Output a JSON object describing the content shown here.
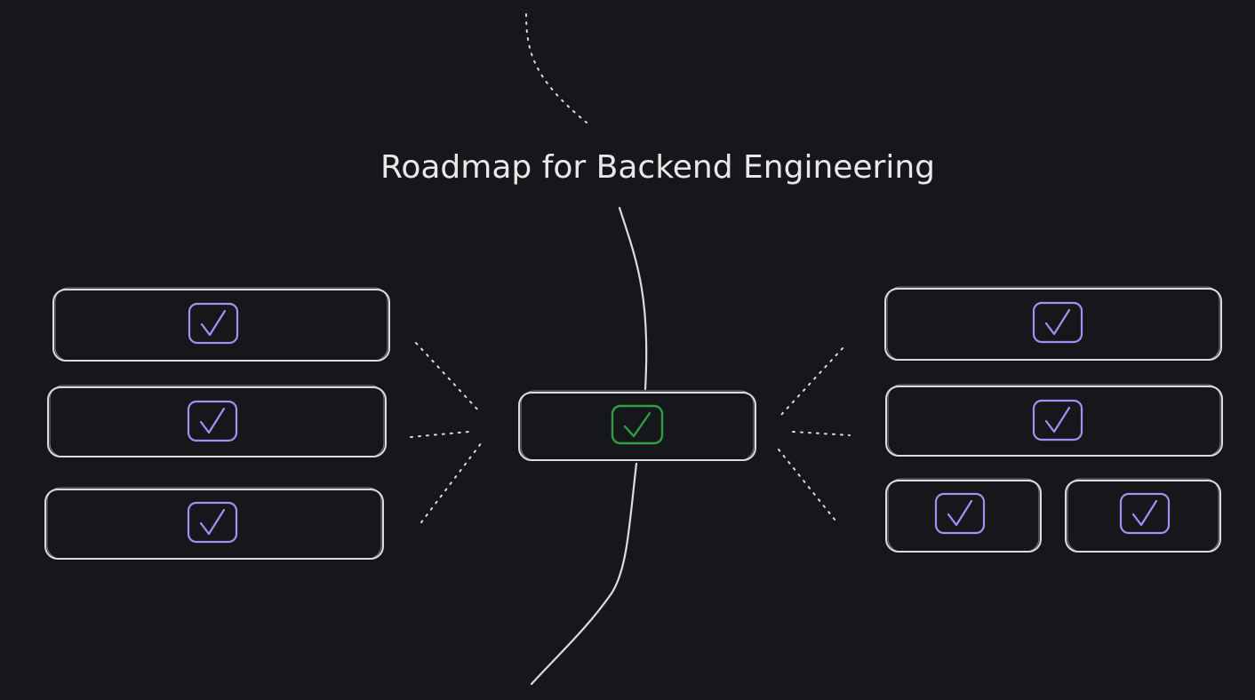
{
  "title": "Roadmap for Backend Engineering",
  "colors": {
    "background": "#16171b",
    "stroke": "#dcdcdc",
    "checkbox_default": "#a98ef5",
    "checkbox_done": "#2f9e44"
  },
  "center_node": {
    "status": "done",
    "icon": "check-icon"
  },
  "left_nodes": [
    {
      "status": "todo",
      "icon": "check-icon"
    },
    {
      "status": "todo",
      "icon": "check-icon"
    },
    {
      "status": "todo",
      "icon": "check-icon"
    }
  ],
  "right_nodes": [
    {
      "status": "todo",
      "icon": "check-icon"
    },
    {
      "status": "todo",
      "icon": "check-icon"
    },
    {
      "status": "todo",
      "icon": "check-icon"
    },
    {
      "status": "todo",
      "icon": "check-icon"
    }
  ]
}
